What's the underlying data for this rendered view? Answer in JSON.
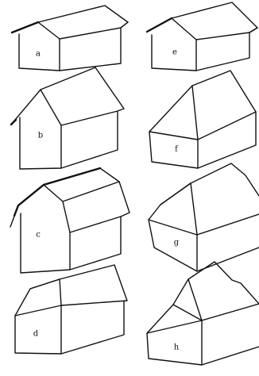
{
  "diagram": {
    "houses": [
      {
        "id": "a",
        "label": "a"
      },
      {
        "id": "b",
        "label": "b"
      },
      {
        "id": "c",
        "label": "c"
      },
      {
        "id": "d",
        "label": "d"
      },
      {
        "id": "e",
        "label": "e"
      },
      {
        "id": "f",
        "label": "f"
      },
      {
        "id": "g",
        "label": "g"
      },
      {
        "id": "h",
        "label": "h"
      }
    ]
  }
}
